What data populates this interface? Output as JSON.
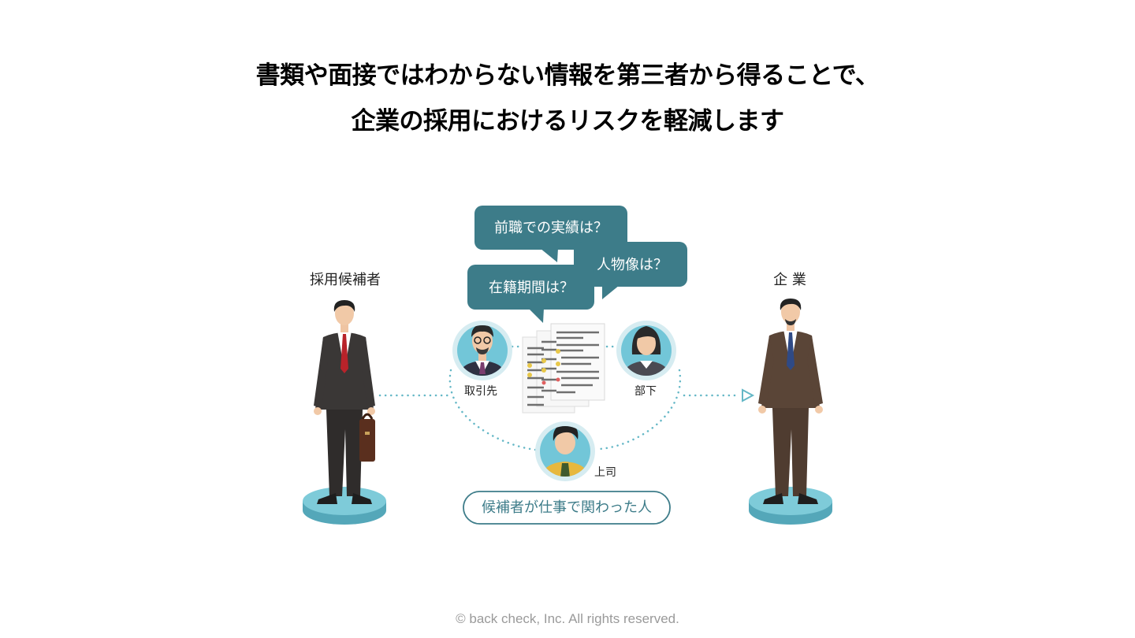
{
  "headline": {
    "line1": "書類や面接ではわからない情報を第三者から得ることで、",
    "line2": "企業の採用におけるリスクを軽減します"
  },
  "diagram": {
    "candidate_label": "採用候補者",
    "company_label": "企 業",
    "bubbles": {
      "achievements": "前職での実績は？",
      "personality": "人物像は？",
      "tenure": "在籍期間は？"
    },
    "references": {
      "client": "取引先",
      "subordinate": "部下",
      "boss": "上司"
    },
    "group_label": "候補者が仕事で関わった人"
  },
  "colors": {
    "bubble": "#3d7c89",
    "dotted": "#64b7c6",
    "pedestal": "#6cc0d0",
    "avatar_bg": "#72c6d8",
    "suit_candidate": "#3a3736",
    "suit_company": "#5a4537",
    "skin": "#f1c9a7"
  },
  "footer": {
    "copyright": "© back check, Inc. All rights reserved."
  }
}
